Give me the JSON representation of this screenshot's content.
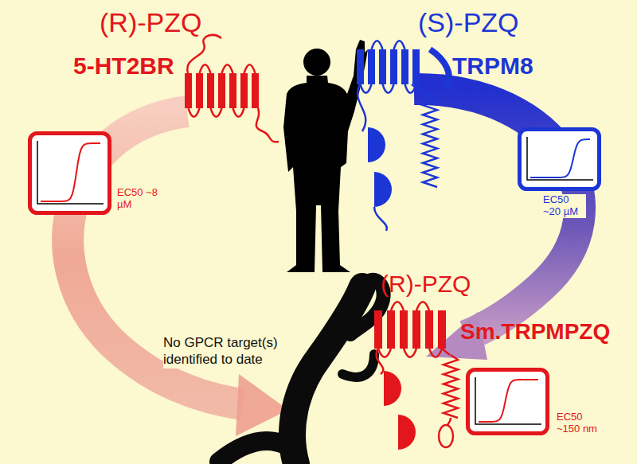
{
  "diagram": {
    "nodes": [
      {
        "text": [
          "EC50 ~8 µM"
        ]
      },
      {
        "text": [
          "EC50 ~20 µM"
        ]
      },
      {
        "text": [
          "EC50 ~150 nm"
        ]
      }
    ],
    "labels": [
      "(R)-PZQ",
      "(S)-PZQ",
      "5-HT2BR",
      "TRPM8",
      "(R)-PZQ",
      "Sm.TRPMPZQ",
      "No GPCR target(s) identified to date"
    ]
  }
}
